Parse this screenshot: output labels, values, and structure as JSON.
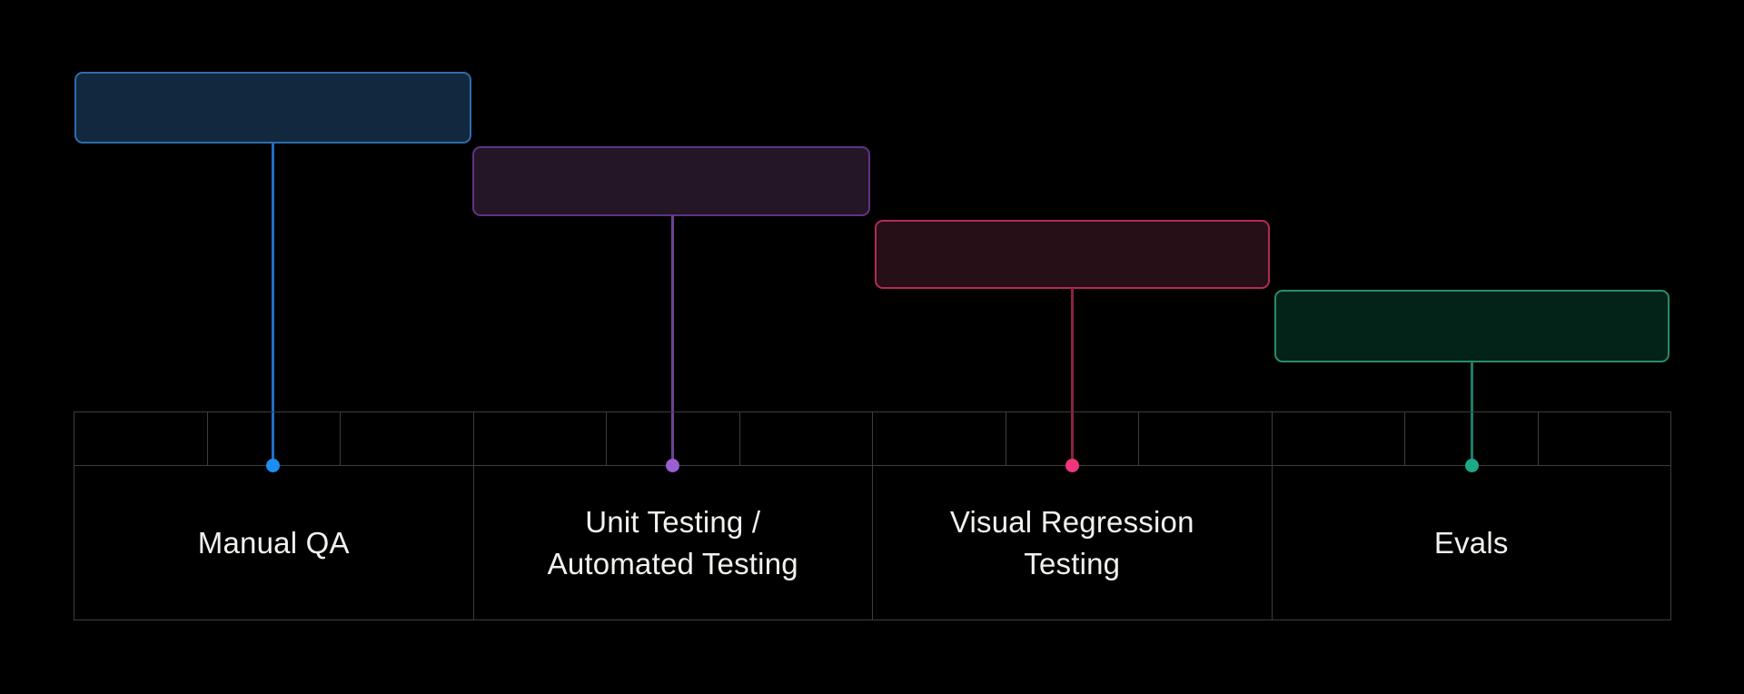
{
  "page": {
    "background": "#000000"
  },
  "timeline": {
    "grid_color": "#3d3d3d",
    "text_color": "#f2f1ee",
    "items": [
      {
        "id": "manual-qa",
        "label": "Manual QA",
        "label_lines": [
          "Manual QA"
        ],
        "colors": {
          "fill": "#12283f",
          "border": "#2f6cac",
          "line": "#1f6fc4",
          "dot": "#1e8ff2"
        }
      },
      {
        "id": "unit-automated-testing",
        "label": "Unit Testing / Automated Testing",
        "label_lines": [
          "Unit Testing /",
          "Automated Testing"
        ],
        "colors": {
          "fill": "#241527",
          "border": "#5f3480",
          "line": "#6f4291",
          "dot": "#9a5fd0"
        }
      },
      {
        "id": "visual-regression-testing",
        "label": "Visual Regression Testing",
        "label_lines": [
          "Visual Regression",
          "Testing"
        ],
        "colors": {
          "fill": "#260f17",
          "border": "#b42a58",
          "line": "#8c2145",
          "dot": "#f0357c"
        }
      },
      {
        "id": "evals",
        "label": "Evals",
        "label_lines": [
          "Evals"
        ],
        "colors": {
          "fill": "#032319",
          "border": "#2c8a6d",
          "line": "#1d7e68",
          "dot": "#1ca98a"
        }
      }
    ]
  }
}
